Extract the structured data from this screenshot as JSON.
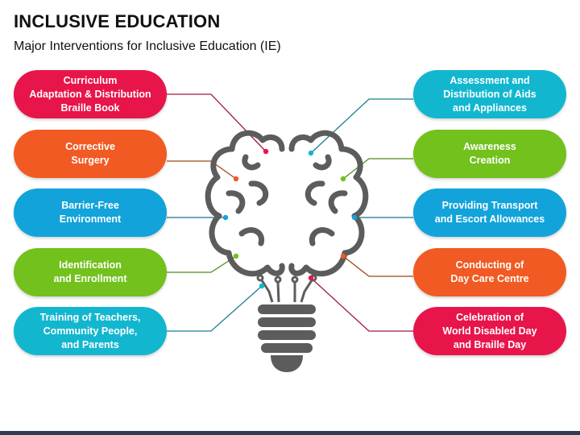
{
  "title": "INCLUSIVE EDUCATION",
  "subtitle": "Major Interventions for Inclusive Education (IE)",
  "left_items": [
    {
      "label": "Curriculum\nAdaptation & Distribution\nBraille Book",
      "color": "#e8154a"
    },
    {
      "label": "Corrective\nSurgery",
      "color": "#f15a22"
    },
    {
      "label": "Barrier-Free\nEnvironment",
      "color": "#12a3da"
    },
    {
      "label": "Identification\nand Enrollment",
      "color": "#72c11c"
    },
    {
      "label": "Training of Teachers,\nCommunity People,\nand Parents",
      "color": "#12b7cf"
    }
  ],
  "right_items": [
    {
      "label": "Assessment and\nDistribution of Aids\nand Appliances",
      "color": "#12b7cf"
    },
    {
      "label": "Awareness\nCreation",
      "color": "#72c11c"
    },
    {
      "label": "Providing Transport\nand Escort Allowances",
      "color": "#12a3da"
    },
    {
      "label": "Conducting of\nDay Care Centre",
      "color": "#f15a22"
    },
    {
      "label": "Celebration of\nWorld Disabled Day\nand Braille Day",
      "color": "#e8154a"
    }
  ],
  "icon": "brain-lightbulb-icon"
}
